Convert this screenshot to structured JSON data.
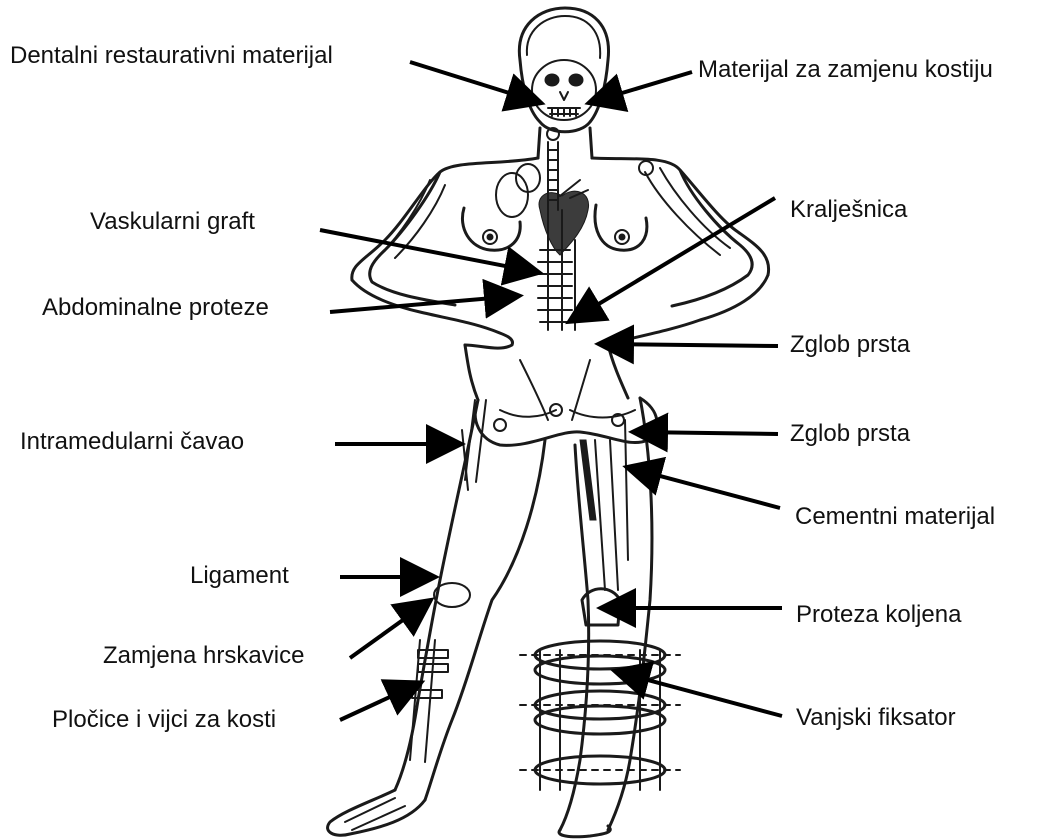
{
  "labels": {
    "dental": "Dentalni restaurativni materijal",
    "bone_replace": "Materijal za zamjenu kostiju",
    "vascular": "Vaskularni graft",
    "spine": "Kralješnica",
    "abdominal": "Abdominalne proteze",
    "finger_joint_1": "Zglob prsta",
    "finger_joint_2": "Zglob prsta",
    "intramedullary": "Intramedularni čavao",
    "cement": "Cementni materijal",
    "ligament": "Ligament",
    "cartilage": "Zamjena hrskavice",
    "knee": "Proteza koljena",
    "plates": "Pločice i vijci za kosti",
    "external_fix": "Vanjski fiksator"
  }
}
